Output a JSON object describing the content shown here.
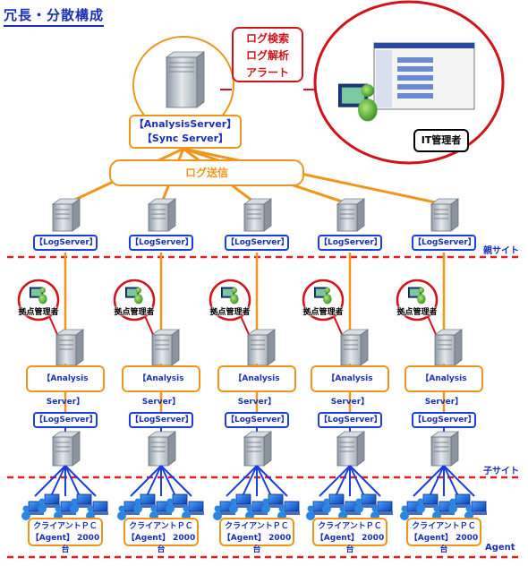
{
  "title": "冗長・分散構成",
  "functions": [
    "ログ検索",
    "ログ解析",
    "アラート"
  ],
  "admin_label": "IT管理者",
  "top_server": {
    "line1": "【AnalysisServer】",
    "line2": "【Sync Server】"
  },
  "log_transfer": "ログ送信",
  "parent_site_label": "親サイト",
  "child_site_label": "子サイト",
  "agent_label": "Agent",
  "parent_log_server": "【LogServer】",
  "site_admin": "拠点管理者",
  "child_analysis_server": "【Analysis Server】",
  "child_log_server": "【LogServer】",
  "client_line1": "クライアントＰＣ",
  "client_line2": "【Agent】 2000 台",
  "colors": {
    "title_blue": "#1a2fb8",
    "orange": "#f0961e",
    "red": "#d0141c",
    "blue_line": "#1a3fe0"
  }
}
